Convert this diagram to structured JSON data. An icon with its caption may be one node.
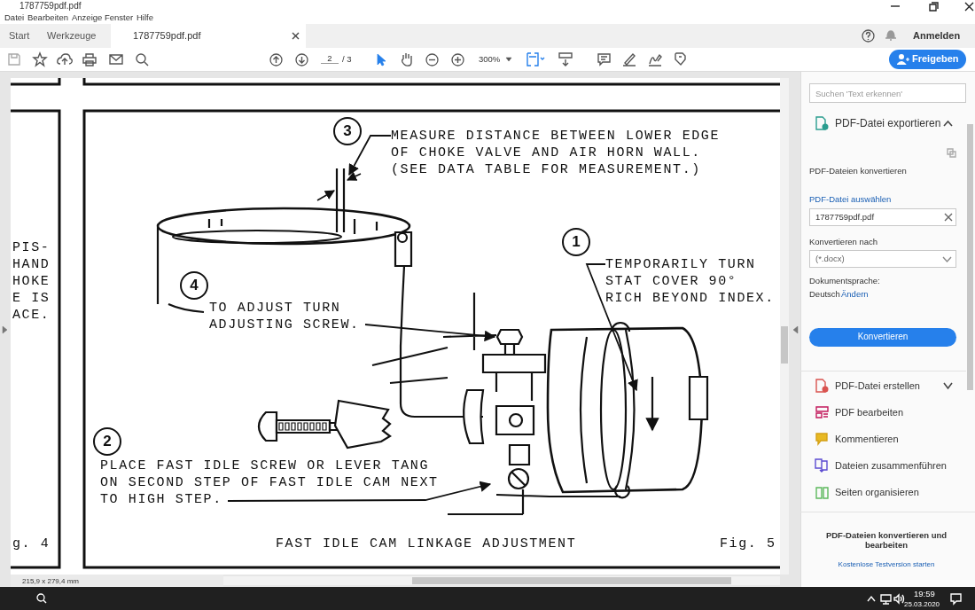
{
  "diagram": {
    "nodes": [
      {
        "text": [
          "3"
        ]
      },
      {
        "text": [
          "MEASURE DISTANCE BETWEEN LOWER EDGE OF CHOKE VALVE AND AIR HORN WALL. (SEE DATA TABLE FOR MEASUREMENT.)"
        ]
      },
      {
        "text": [
          "1"
        ]
      },
      {
        "text": [
          "TEMPORARILY TURN STAT COVER 90° RICH BEYOND INDEX."
        ]
      },
      {
        "text": [
          "4"
        ]
      },
      {
        "text": [
          "TO ADJUST TURN ADJUSTING SCREW."
        ]
      },
      {
        "text": [
          "2"
        ]
      },
      {
        "text": [
          "PLACE FAST IDLE SCREW OR LEVER TANG ON SECOND STEP OF FAST IDLE CAM NEXT TO HIGH STEP."
        ]
      }
    ],
    "edges": [
      {
        "from": 1,
        "to": null,
        "arrow": "to"
      },
      {
        "from": 3,
        "to": null,
        "arrow": "to"
      },
      {
        "from": 5,
        "to": null,
        "arrow": "to"
      },
      {
        "from": 7,
        "to": null,
        "arrow": "to"
      }
    ],
    "labels": [
      "1787759pdf.pdf",
      "Datei",
      "Bearbeiten",
      "Anzeige",
      "Fenster",
      "Hilfe",
      "Start",
      "Werkzeuge",
      "1787759pdf.pdf",
      "Anmelden",
      "2",
      "/ 3",
      "300%",
      "Freigeben",
      "PIS-",
      "HAND",
      "HOKE",
      "E IS",
      "ACE.",
      "g. 4",
      "FAST IDLE CAM LINKAGE ADJUSTMENT",
      "Fig. 5",
      "Suchen 'Text erkennen'",
      "PDF-Datei exportieren",
      "PDF-Dateien konvertieren",
      "PDF-Datei auswählen",
      "1787759pdf.pdf",
      "Konvertieren nach",
      "(*.docx)",
      "Dokumentsprache:",
      "Deutsch",
      "Ändern",
      "Konvertieren",
      "PDF-Datei erstellen",
      "PDF bearbeiten",
      "Kommentieren",
      "Dateien zusammenführen",
      "Seiten organisieren",
      "PDF-Dateien konvertieren und bearbeiten",
      "Kostenlose Testversion starten",
      "215,9 x 279,4 mm",
      "19:59",
      "25.03.2020"
    ]
  }
}
